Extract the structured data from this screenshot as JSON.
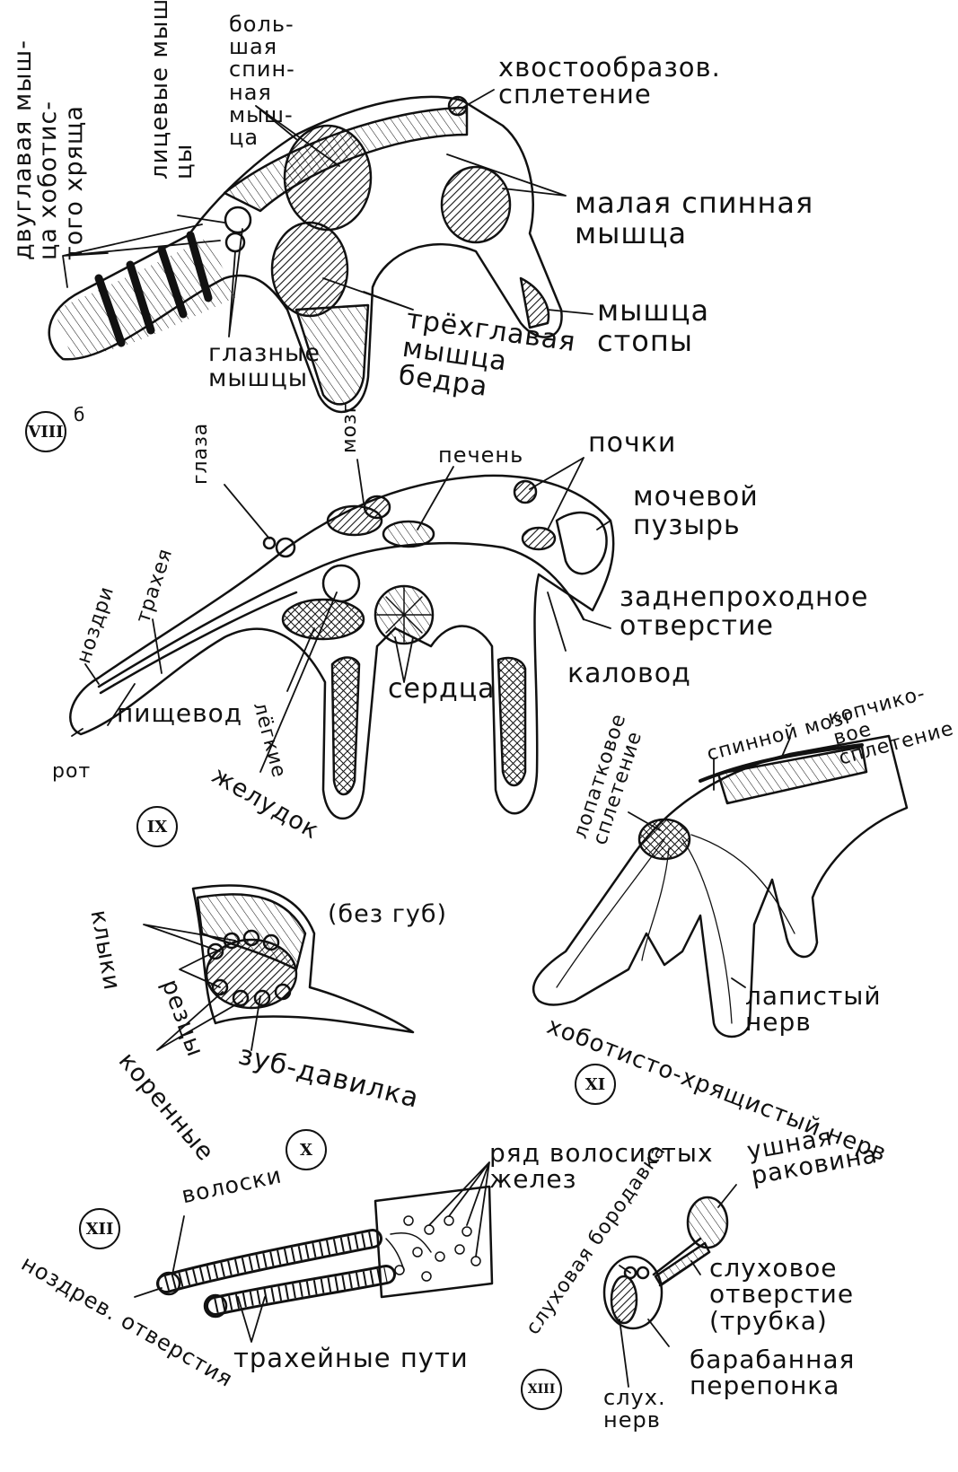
{
  "figures": {
    "f8": "VIII",
    "f8_suffix": "б",
    "f9": "IX",
    "f10": "X",
    "f11": "XI",
    "f12": "XII",
    "f13": "XIII"
  },
  "fig8": {
    "dvuglav": [
      "двуглавая мыш-",
      "ца хоботис-",
      "того хряща"
    ],
    "litsevye": [
      "лицевые мыш-",
      "цы"
    ],
    "bolshaya": [
      "боль-",
      "шая",
      "спин-",
      "ная",
      "мыш-",
      "ца"
    ],
    "khvosto": [
      "хвостообразов.",
      "сплетение"
    ],
    "malaya": [
      "малая спинная",
      "мышца"
    ],
    "stopa": [
      "мышца",
      "стопы"
    ],
    "glaznye": [
      "глазные",
      "мышцы"
    ],
    "trekhglav": [
      "трёхглавая",
      "мышца",
      "бедра"
    ]
  },
  "fig9": {
    "glaza": "глаза",
    "mozg": "мозг",
    "pechen": "печень",
    "pochki": "почки",
    "puzyr": [
      "мочевой",
      "пузырь"
    ],
    "zadne": [
      "заднепроходное",
      "отверстие"
    ],
    "kalovod": "каловод",
    "serdtsa": "сердца",
    "legkie": "лёгкие",
    "zheludok": "желудок",
    "pishchevod": "пищевод",
    "trakheya": "трахея",
    "nozdri": "ноздри",
    "rot": "рот"
  },
  "fig10": {
    "bez_gub": "(без губ)",
    "klyki": "клыки",
    "reztsy": "резцы",
    "korennye": "коренные",
    "zub": "зуб-давилка"
  },
  "fig11": {
    "spinnoy": "спинной мозг",
    "lopatk": [
      "лопатковое",
      "сплетение"
    ],
    "kopchik": [
      "копчико-",
      "вое",
      "сплетение"
    ],
    "lapistyy": [
      "лапистый",
      "нерв"
    ],
    "khobot_nerv": "хоботисто-хрящистый нерв"
  },
  "fig12": {
    "voloski": "волоски",
    "ryad": [
      "ряд волосистых",
      "желез"
    ],
    "nozdrev": "ноздрев. отверстия",
    "trakh_puti": "трахейные пути"
  },
  "fig13": {
    "ushnaya": [
      "ушная",
      "раковина"
    ],
    "slukh_borod": "слуховая бородавка",
    "slukh_otv": [
      "слуховое",
      "отверстие",
      "(трубка)"
    ],
    "baraban": [
      "барабанная",
      "перепонка"
    ],
    "slukh_nerv": [
      "слух.",
      "нерв"
    ]
  }
}
